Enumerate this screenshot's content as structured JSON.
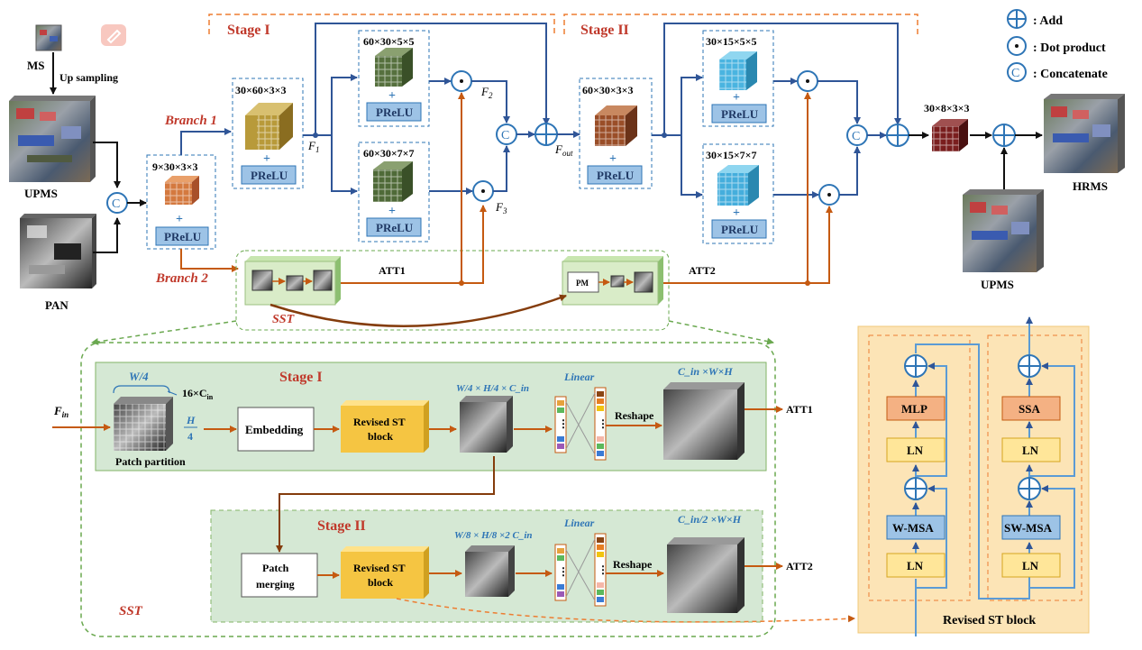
{
  "inputs": {
    "ms": "MS",
    "up_sampling": "Up sampling",
    "upms": "UPMS",
    "pan": "PAN",
    "upms_right": "UPMS",
    "hrms": "HRMS"
  },
  "legend": {
    "add": ": Add",
    "dot": ": Dot product",
    "concat": ": Concatenate",
    "concat_symbol": "C"
  },
  "stages": {
    "stage1": "Stage I",
    "stage2": "Stage II"
  },
  "branches": {
    "branch1": "Branch 1",
    "branch2": "Branch 2"
  },
  "conv_blocks": {
    "first": "9×30×3×3",
    "b1_main": "30×60×3×3",
    "b1_top": "60×30×5×5",
    "b1_bottom": "60×30×7×7",
    "s2_main": "60×30×3×3",
    "s2_top": "30×15×5×5",
    "s2_bottom": "30×15×7×7",
    "final": "30×8×3×3",
    "prelu": "PReLU",
    "plus": "+"
  },
  "features": {
    "f1": "F",
    "f1_sub": "1",
    "f2": "F",
    "f2_sub": "2",
    "f3": "F",
    "f3_sub": "3",
    "fout": "F",
    "fout_sub": "out"
  },
  "attention": {
    "att1": "ATT1",
    "att2": "ATT2",
    "pm": "PM",
    "sst": "SST"
  },
  "sst_detail": {
    "stage1": "Stage I",
    "stage2": "Stage II",
    "fin": "F",
    "fin_sub": "in",
    "w4": "W",
    "w4_tail": "/4",
    "c16": "16×C",
    "c16_sub": "in",
    "h_num": "H",
    "h_den": "4",
    "patch_partition": "Patch partition",
    "embedding": "Embedding",
    "revised_st_line1": "Revised ST",
    "revised_st_line2": "block",
    "dim1": "W/4 × H/4 × C_in",
    "dim2": "W/8 × H/8 ×2 C_in",
    "linear": "Linear",
    "reshape": "Reshape",
    "out1": "C_in ×W×H",
    "out2": "C_in/2 ×W×H",
    "att1": "ATT1",
    "att2": "ATT2",
    "patch_merging_line1": "Patch",
    "patch_merging_line2": "merging",
    "sst": "SST"
  },
  "st_block": {
    "title": "Revised ST block",
    "left": [
      "MLP",
      "LN",
      "W-MSA",
      "LN"
    ],
    "right": [
      "SSA",
      "LN",
      "SW-MSA",
      "LN"
    ]
  },
  "colors": {
    "blue_arrow": "#2f5597",
    "orange_arrow": "#c55a11",
    "brown_arrow": "#843c0c",
    "prelu_fill": "#9dc3e6",
    "stage_band": "#d5e8d4",
    "st_panel": "#fce4b6",
    "st_yellow": "#ffe699",
    "st_red": "#f4b183",
    "st_blue": "#9dc3e6"
  }
}
